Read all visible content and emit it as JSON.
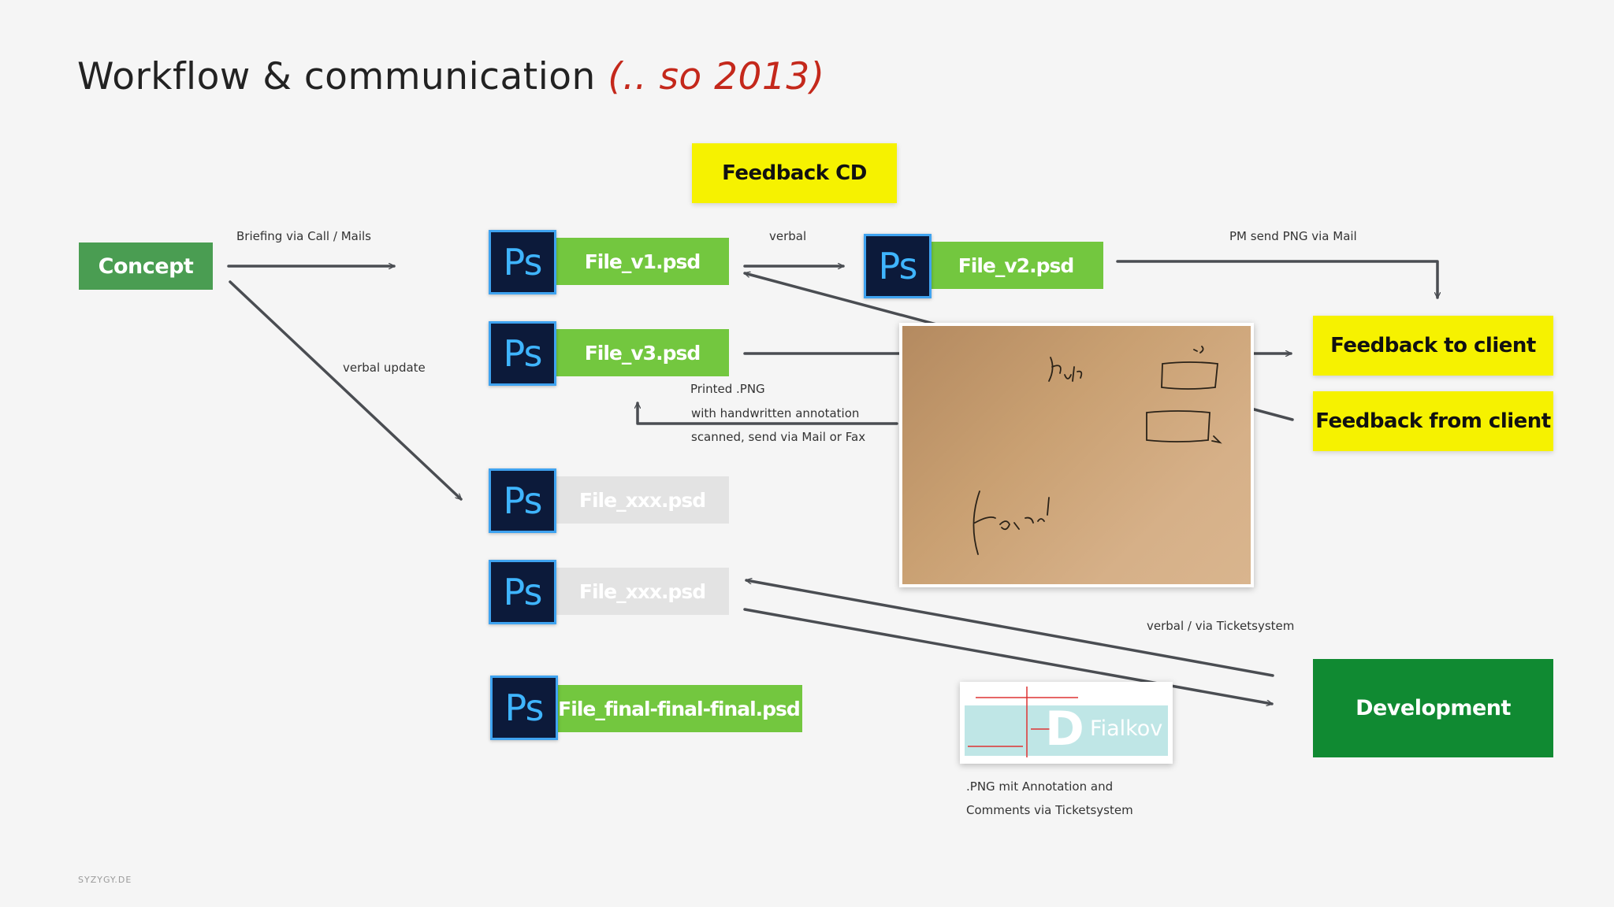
{
  "title": {
    "main": "Workflow & communication",
    "accent": "(.. so 2013)"
  },
  "footer": "SYZYGY.DE",
  "nodes": {
    "concept": "Concept",
    "feedback_cd": "Feedback CD",
    "feedback_to_client": "Feedback to client",
    "feedback_from_client": "Feedback from client",
    "development": "Development",
    "ps_icon_label": "Ps",
    "files": {
      "v1": "File_v1.psd",
      "v2": "File_v2.psd",
      "v3": "File_v3.psd",
      "xxx1": "File_xxx.psd",
      "xxx2": "File_xxx.psd",
      "final": "File_final-final-final.psd"
    }
  },
  "edge_labels": {
    "briefing": "Briefing via Call  /  Mails",
    "verbal": "verbal",
    "pm_send": "PM send PNG via Mail",
    "verbal_update": "verbal update",
    "printed_1": "Printed .PNG",
    "printed_2": "with handwritten annotation",
    "printed_3": "scanned, send via Mail or Fax",
    "ticket": "verbal  /  via Ticketsystem",
    "png_annot_1": ".PNG mit Annotation and",
    "png_annot_2": "Comments via Ticketsystem"
  },
  "images": {
    "screenshot_text": "Fialkov"
  },
  "colors": {
    "concept_green": "#4a9d52",
    "file_green": "#73c73f",
    "inactive_grey": "#e3e3e3",
    "feedback_yellow": "#f6f200",
    "development_green": "#108a32",
    "ps_dark": "#0c1a3a",
    "ps_blue": "#3fb5ff",
    "title_accent": "#c4281b",
    "arrow": "#4a4d52"
  }
}
